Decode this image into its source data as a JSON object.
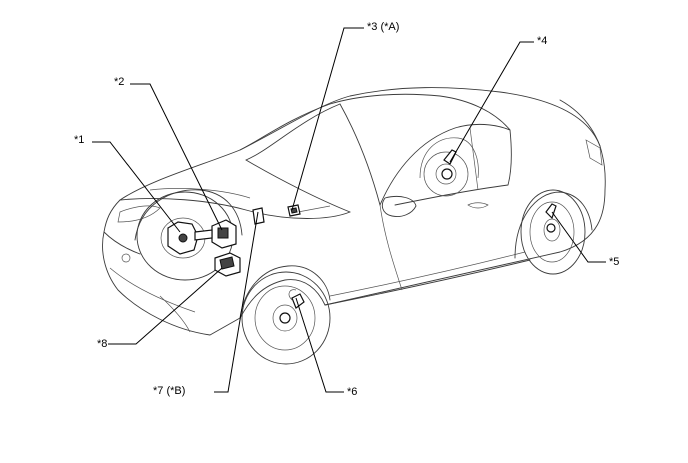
{
  "labels": {
    "l1": "*1",
    "l2": "*2",
    "l3": "*3 (*A)",
    "l4": "*4",
    "l5": "*5",
    "l6": "*6",
    "l7": "*7 (*B)",
    "l8": "*8"
  }
}
